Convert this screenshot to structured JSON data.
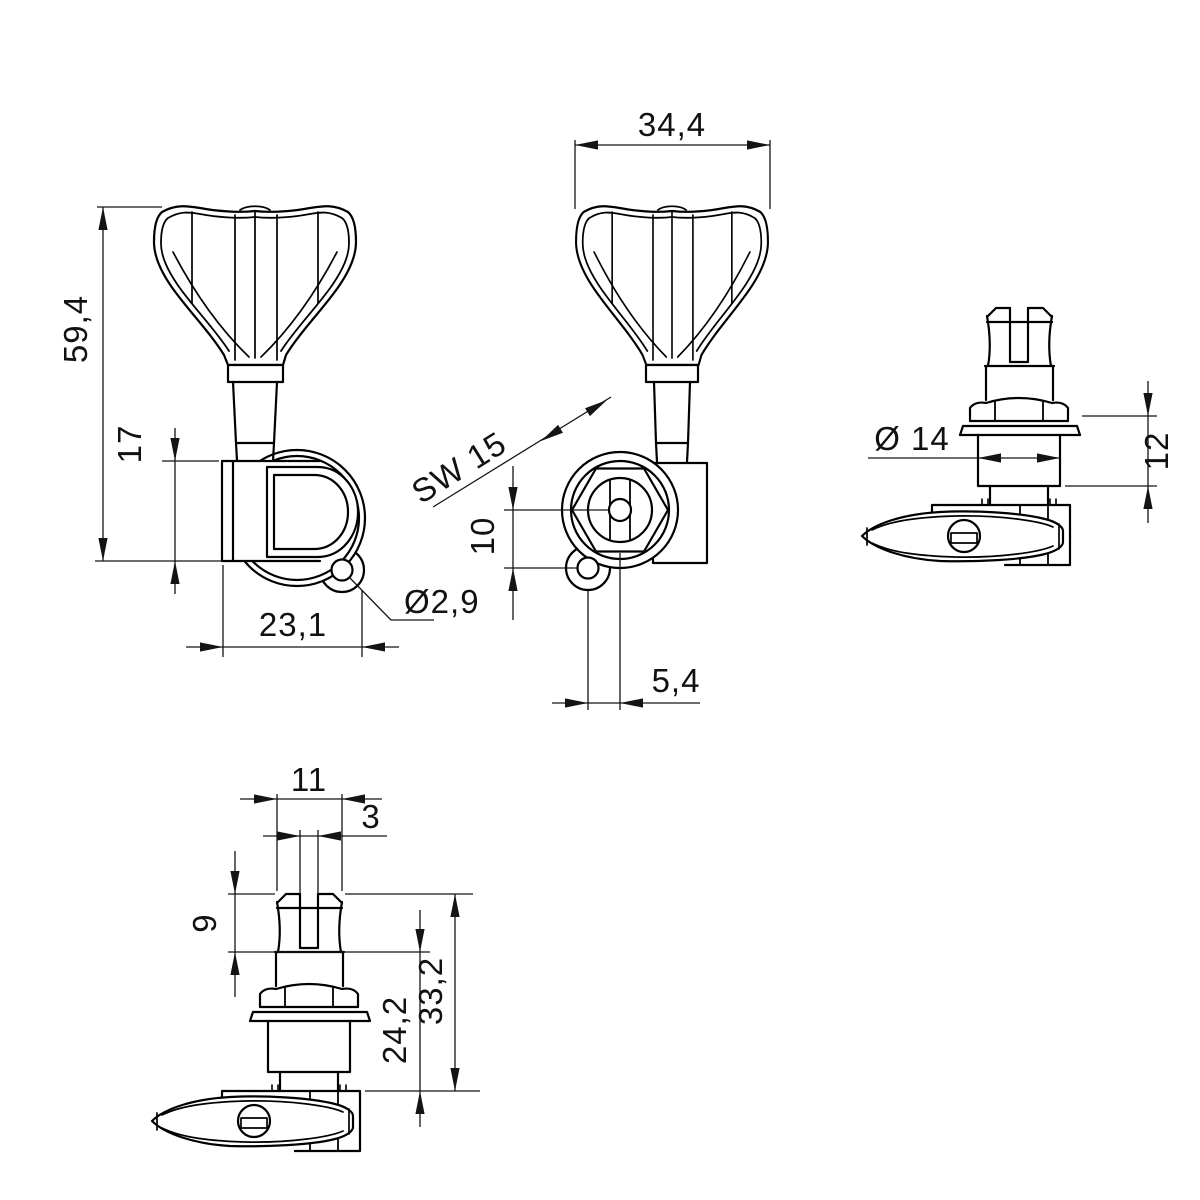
{
  "page": {
    "background": "#ffffff",
    "line_color": "#000000",
    "drawing_type": "technical-dimension-drawing"
  },
  "views": {
    "side_view": {
      "dims": {
        "total_height": "59,4",
        "housing_height": "17",
        "housing_width": "23,1",
        "screw_hole_dia": "Ø2,9"
      }
    },
    "front_view": {
      "dims": {
        "key_width": "34,4",
        "hex_wrench_size": "SW 15",
        "hole_offset_vertical": "10",
        "hole_offset_horizontal": "5,4"
      }
    },
    "top_view": {
      "dims": {
        "bushing_dia": "Ø 14",
        "bushing_height": "12"
      }
    },
    "post_detail_view": {
      "dims": {
        "post_dia": "11",
        "slot_width": "3",
        "slot_depth": "9",
        "post_height": "24,2",
        "overall_height": "33,2"
      }
    }
  }
}
